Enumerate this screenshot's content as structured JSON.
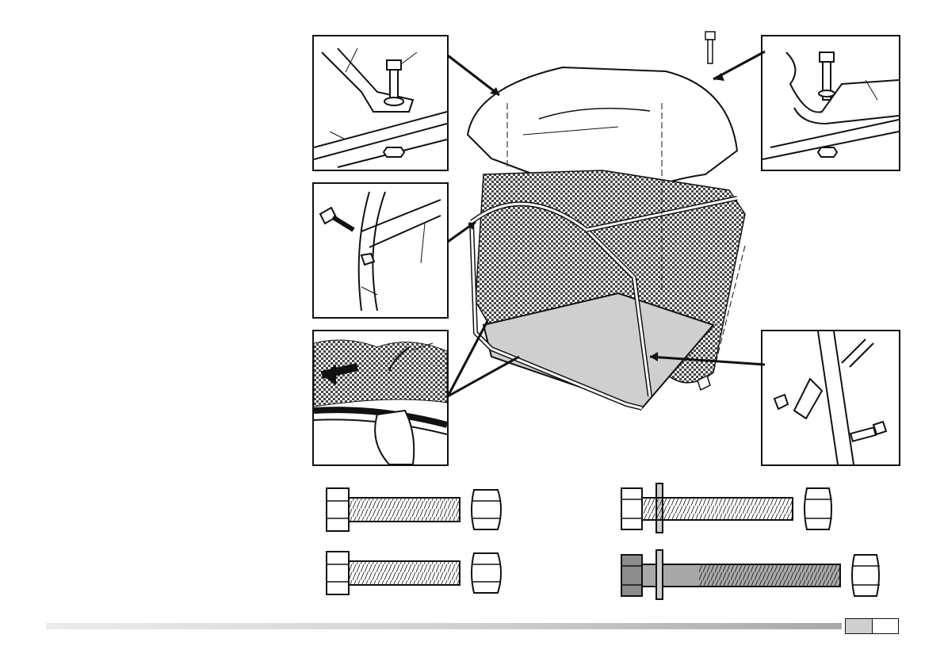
{
  "figure": {
    "panels": [
      {
        "id": "handle-bolt-detail",
        "icon": "bolt-washer-nut-icon"
      },
      {
        "id": "frame-bolt-detail",
        "icon": "bolt-nut-icon"
      },
      {
        "id": "bag-clip-detail",
        "icon": "hand-push-icon"
      },
      {
        "id": "lid-bolt-detail",
        "icon": "bolt-washer-nut-icon"
      },
      {
        "id": "bracket-bolt-detail",
        "icon": "bolt-nut-icon"
      }
    ],
    "main_assembly": {
      "icon": "grass-catcher-assembly-icon"
    },
    "hardware": [
      {
        "id": "short-bolt-nut",
        "icon": "bolt-nut-icon"
      },
      {
        "id": "short-bolt-nut-2",
        "icon": "bolt-nut-icon"
      },
      {
        "id": "bolt-washer-nut",
        "icon": "bolt-washer-nut-icon"
      },
      {
        "id": "long-bolt-washer-nut",
        "icon": "bolt-washer-nut-icon"
      }
    ]
  },
  "colors": {
    "line": "#111111",
    "fill_grey": "#cfcfcf",
    "mesh": "#555555"
  }
}
